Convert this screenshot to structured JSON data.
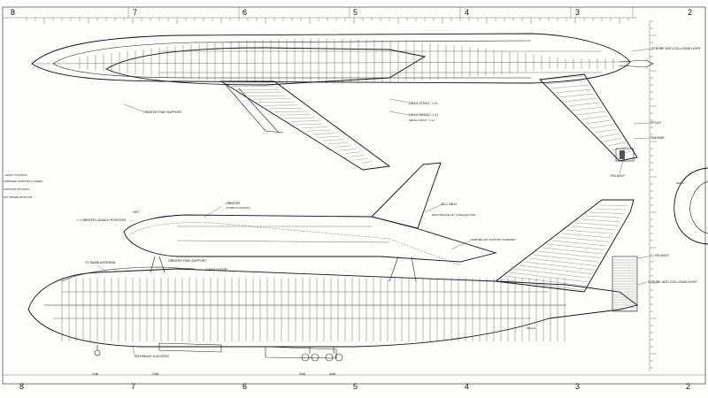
{
  "zone_numbers": {
    "top": [
      "8",
      "7",
      "6",
      "5",
      "4",
      "3",
      "2"
    ],
    "bottom": [
      "8",
      "7",
      "6",
      "5",
      "4",
      "3",
      "2"
    ]
  },
  "top_view": {
    "callouts": {
      "strobe_light": "STROBE ANTI-COLLISION LIGHT",
      "orbiter_fwd_support": "ORBITER FWD SUPPORT",
      "drag_strut": "DRAG STRUT - L.H.",
      "drag_brace": "DRAG BRACE - L.H.",
      "drag_strut_detail": "(DRAG STRUT - L.H.)",
      "epoxy": "EPOXY",
      "radome": "RADOME",
      "fin_assy": "FIN ASSY"
    }
  },
  "side_view": {
    "callouts": {
      "orbiter_label": "ORBITER",
      "orbiter_sub": "(TURBO POSITION)",
      "orbiter_launch_position": "ORBITER LAUNCH POSITION",
      "hst": "HST",
      "ab_cab_assy": "AB-C AB-D",
      "drag_brace_side": "DRAG BRACE-AFT & DEFLECTION",
      "orbiter_aft_support": "ORBITER AFT SUPPORT ASSEMBLY",
      "orbiter_fwd_support_side": "ORBITER FWD SUPPORT",
      "fin_assy_side": "FIN ASSY",
      "strobe_side": "STROBE ANTI-COLLISION LIGHT",
      "antenna": "\"D\" BAND ANTENNA",
      "cargo_door": "CARGO DOOR",
      "entrance": "ENTRANCE & ACCESS",
      "scale_note": "SCALE",
      "bottom_ref_1": "1/48",
      "bottom_ref_2": "2/48",
      "bottom_ref_3": "3/48",
      "bottom_ref_4": "4/48"
    }
  },
  "left_margin_notes": [
    "- ADAPT POSITION",
    "FORWARD SUPPORT (LOWER)",
    "SUPPORT FITTINGS",
    "AFT FRAME POSITION"
  ],
  "right_margin": {
    "detail_label": "SEC-A"
  }
}
